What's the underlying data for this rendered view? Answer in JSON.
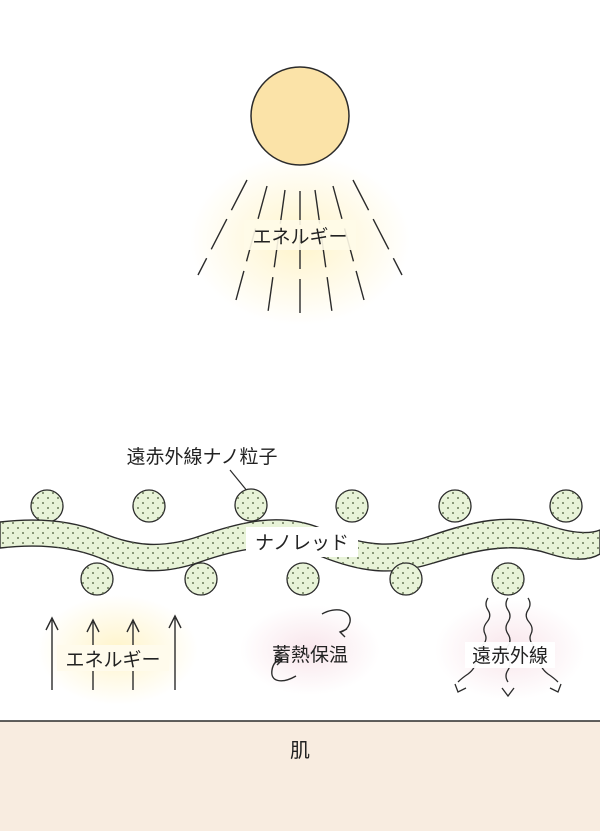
{
  "labels": {
    "sun_energy": "エネルギー",
    "particle_callout": "遠赤外線ナノ粒子",
    "layer_name": "ナノレッド",
    "up_energy": "エネルギー",
    "heat_storage": "蓄熱保温",
    "far_infrared": "遠赤外線",
    "skin": "肌"
  },
  "colors": {
    "sun_fill": "#fbe3a8",
    "sun_stroke": "#2b2b2b",
    "glow": "#fff6cf",
    "particle_fill": "#e8f3d8",
    "dot": "#6b7a5a",
    "skin_fill": "#f8ece0",
    "swirl": "#f6e4ea",
    "line": "#2b2b2b"
  },
  "icons": [
    "sun-icon",
    "arrow-up-icon",
    "circular-arrow-icon",
    "wavy-arrow-icon"
  ]
}
